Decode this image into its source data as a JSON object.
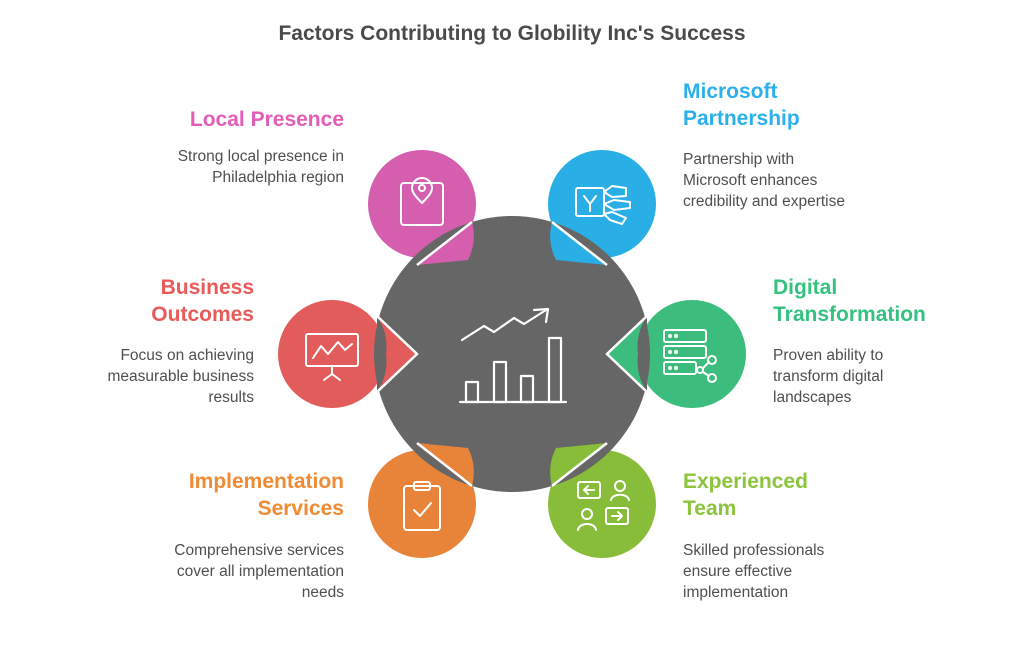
{
  "title": "Factors Contributing to Globility Inc's Success",
  "colors": {
    "center": "#666666",
    "local_presence": "#d55fae",
    "microsoft_partnership": "#29aee6",
    "business_outcomes": "#e15c5a",
    "digital_transformation": "#3cbd7e",
    "implementation_services": "#e8843a",
    "experienced_team": "#88bd3a",
    "heading_local": "#e25db8",
    "heading_microsoft": "#2ab0ea",
    "heading_business": "#ea5a59",
    "heading_digital": "#35c17f",
    "heading_implementation": "#f08a33",
    "heading_team": "#8cc43c"
  },
  "factors": {
    "local_presence": {
      "heading": "Local Presence",
      "desc_line1": "Strong local presence in",
      "desc_line2": "Philadelphia region",
      "icon": "map-pin-icon"
    },
    "microsoft_partnership": {
      "heading_line1": "Microsoft",
      "heading_line2": "Partnership",
      "desc_line1": "Partnership with",
      "desc_line2": "Microsoft enhances",
      "desc_line3": "credibility and expertise",
      "icon": "yammer-icon"
    },
    "business_outcomes": {
      "heading_line1": "Business",
      "heading_line2": "Outcomes",
      "desc_line1": "Focus on achieving",
      "desc_line2": "measurable business",
      "desc_line3": "results",
      "icon": "presentation-chart-icon"
    },
    "digital_transformation": {
      "heading_line1": "Digital",
      "heading_line2": "Transformation",
      "desc_line1": "Proven ability to",
      "desc_line2": "transform digital",
      "desc_line3": "landscapes",
      "icon": "server-network-icon"
    },
    "implementation_services": {
      "heading_line1": "Implementation",
      "heading_line2": "Services",
      "desc_line1": "Comprehensive services",
      "desc_line2": "cover all implementation",
      "desc_line3": "needs",
      "icon": "clipboard-check-icon"
    },
    "experienced_team": {
      "heading_line1": "Experienced",
      "heading_line2": "Team",
      "desc_line1": "Skilled professionals",
      "desc_line2": "ensure effective",
      "desc_line3": "implementation",
      "icon": "team-communication-icon"
    }
  },
  "center_icon": "growth-chart-icon"
}
